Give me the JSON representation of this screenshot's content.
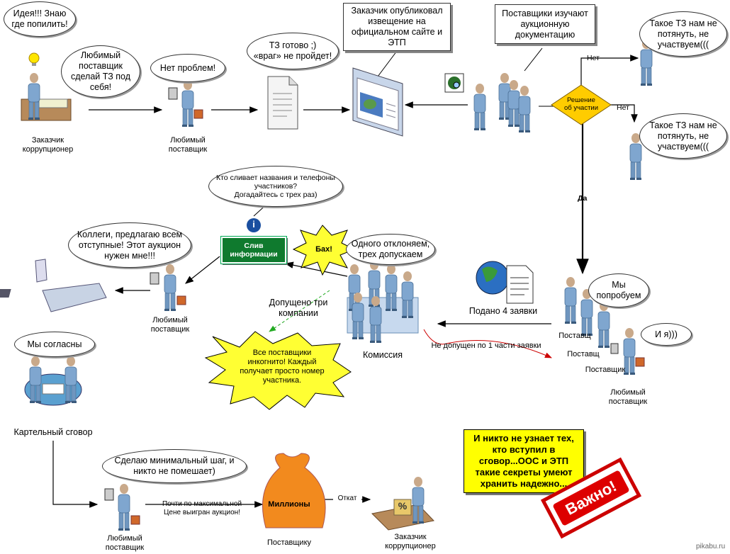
{
  "actors": {
    "customer_top": "Заказчик\nкоррупционер",
    "favorite_supplier_top": "Любимый\nпоставщик",
    "favorite_supplier_mid": "Любимый\nпоставщик",
    "favorite_supplier_right": "Любимый\nпоставщик",
    "favorite_supplier_bottom": "Любимый\nпоставщик",
    "customer_bottom": "Заказчик\nкоррупционер",
    "commission": "Комиссия",
    "cartel": "Картельный сговор",
    "sack_caption": "Поставщику",
    "sack_text": "Миллионы",
    "supplier_1": "Поставщ",
    "supplier_2": "Поставщ",
    "supplier_3": "Поставщик"
  },
  "bubbles": {
    "idea": "Идея!!! Знаю\nгде попилить!",
    "favorite_tz": "Любимый\nпоставщик\nсделай ТЗ под\nсебя!",
    "no_problem": "Нет проблем!",
    "tz_ready": "ТЗ готово ;)\n«враг» не пройдет!",
    "reject_1": "Такое ТЗ нам не\nпотянуть, не\nучаствуем(((",
    "reject_2": "Такое ТЗ нам не\nпотянуть, не\nучаствуем(((",
    "who_leaks": "Кто сливает названия и телефоны\nучастников?\nДогадайтесь с трех раз)",
    "colleagues": "Коллеги, предлагаю всем\nотступные! Этот аукцион\nнужен мне!!!",
    "one_reject": "Одного отклоняем,\nтрех допускаем",
    "we_try": "Мы\nпопробуем",
    "me_too": "И я)))",
    "we_agree": "Мы согласны",
    "min_step": "Сделаю минимальный шаг, и\nникто не помешает)"
  },
  "boxes": {
    "published": "Заказчик опубликовал\nизвещение на\nофициальном сайте и\nЭТП",
    "study": "Поставщики изучают\nаукционную\nдокументацию"
  },
  "decision": {
    "label": "Решение\nоб участии",
    "no_1": "Нет",
    "no_2": "Нет",
    "yes": "Да"
  },
  "labels": {
    "filed": "Подано 4 заявки",
    "admitted": "Допущено три\nкомпании",
    "rejected_part1": "Не допущен по 1 части заявки",
    "bang": "Бах!",
    "incognito": "Все поставщики\nинкогнито! Каждый\nполучает просто номер\nучастника.",
    "auction_win": "Почти по максимальной\nЦене выигран аукцион!",
    "kickback": "Откат",
    "leak": "Слив\nинформации",
    "info_icon": "i",
    "percent": "%"
  },
  "note": "И никто не узнает тех,\nкто вступил в\nсговор...ООС и ЭТП\nтакие секреты умеют\nхранить надежно...",
  "stamp": "Важно!",
  "watermark": "pikabu.ru",
  "colors": {
    "person": "#7fa6cf",
    "diamond": "#ffcc00",
    "leak_sign": "#0f7a2e",
    "note": "#ffff00",
    "stamp": "#cc0000",
    "sack": "#f28a1e",
    "burst": "#ffff33"
  }
}
